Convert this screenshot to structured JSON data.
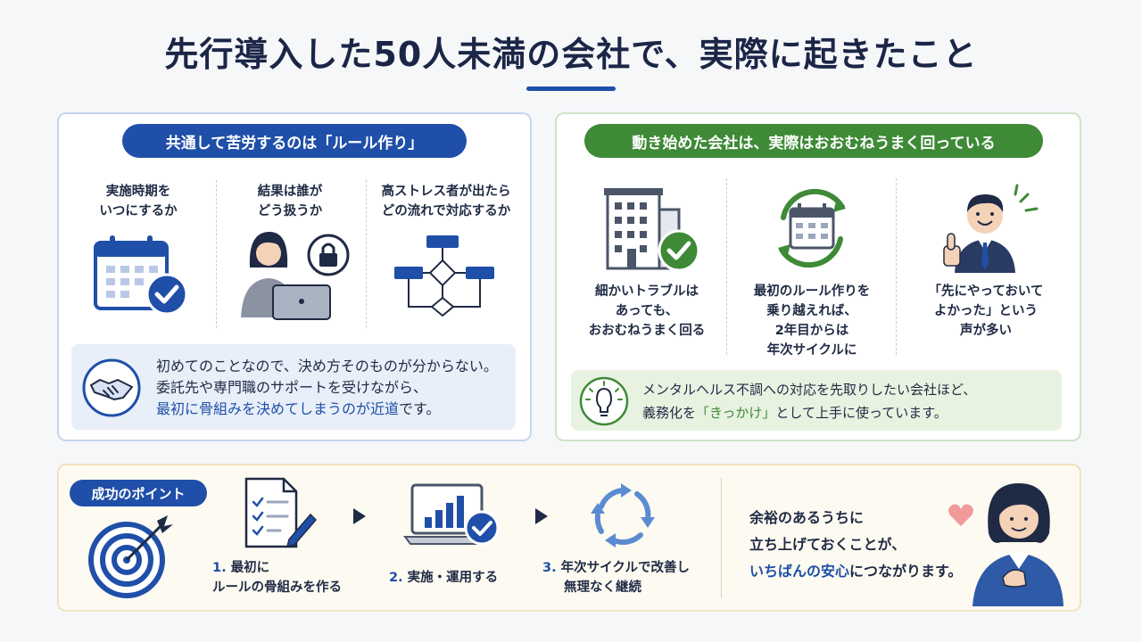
{
  "title": "先行導入した50人未満の会社で、実際に起きたこと",
  "colors": {
    "primary_blue": "#1f4fa8",
    "primary_green": "#3e8a37",
    "heart": "#f19a9a"
  },
  "left_panel": {
    "heading": "共通して苦労するのは「ルール作り」",
    "columns": [
      {
        "line1": "実施時期を",
        "line2": "いつにするか",
        "icon": "calendar-check-icon"
      },
      {
        "line1": "結果は誰が",
        "line2": "どう扱うか",
        "icon": "person-laptop-lock-icon"
      },
      {
        "line1": "高ストレス者が出たら",
        "line2": "どの流れで対応するか",
        "icon": "flowchart-icon"
      }
    ],
    "note": {
      "icon": "handshake-icon",
      "line1": "初めてのことなので、決め方そのものが分からない。",
      "line2": "委託先や専門職のサポートを受けながら、",
      "line3_highlight": "最初に骨組みを決めてしまうのが近道",
      "line3_tail": "です。"
    }
  },
  "right_panel": {
    "heading": "動き始めた会社は、実際はおおむねうまく回っている",
    "columns": [
      {
        "lines": [
          "細かいトラブルは",
          "あっても、",
          "おおむねうまく回る"
        ],
        "icon": "building-check-icon"
      },
      {
        "lines": [
          "最初のルール作りを",
          "乗り越えれば、",
          "2年目からは",
          "年次サイクルに"
        ],
        "icon": "calendar-cycle-icon"
      },
      {
        "lines": [
          "「先にやっておいて",
          "よかった」という",
          "声が多い"
        ],
        "icon": "businessman-thumbs-up-icon"
      }
    ],
    "note": {
      "icon": "lightbulb-icon",
      "line1": "メンタルヘルス不調への対応を先取りしたい会社ほど、",
      "line2_head": "義務化を",
      "line2_highlight": "「きっかけ」",
      "line2_tail": "として上手に使っています。"
    }
  },
  "bottom_panel": {
    "badge": "成功のポイント",
    "steps": [
      {
        "num": "1.",
        "line1": "最初に",
        "line2": "ルールの骨組みを作る",
        "icon": "checklist-document-icon"
      },
      {
        "num": "2.",
        "line1": "実施・運用する",
        "line2": "",
        "icon": "laptop-chart-icon"
      },
      {
        "num": "3.",
        "line1": "年次サイクルで改善し",
        "line2": "無理なく継続",
        "icon": "cycle-arrows-icon"
      }
    ],
    "closing": {
      "line1": "余裕のあるうちに",
      "line2": "立ち上げておくことが、",
      "line3_highlight": "いちばんの安心",
      "line3_tail": "につながります。"
    }
  }
}
